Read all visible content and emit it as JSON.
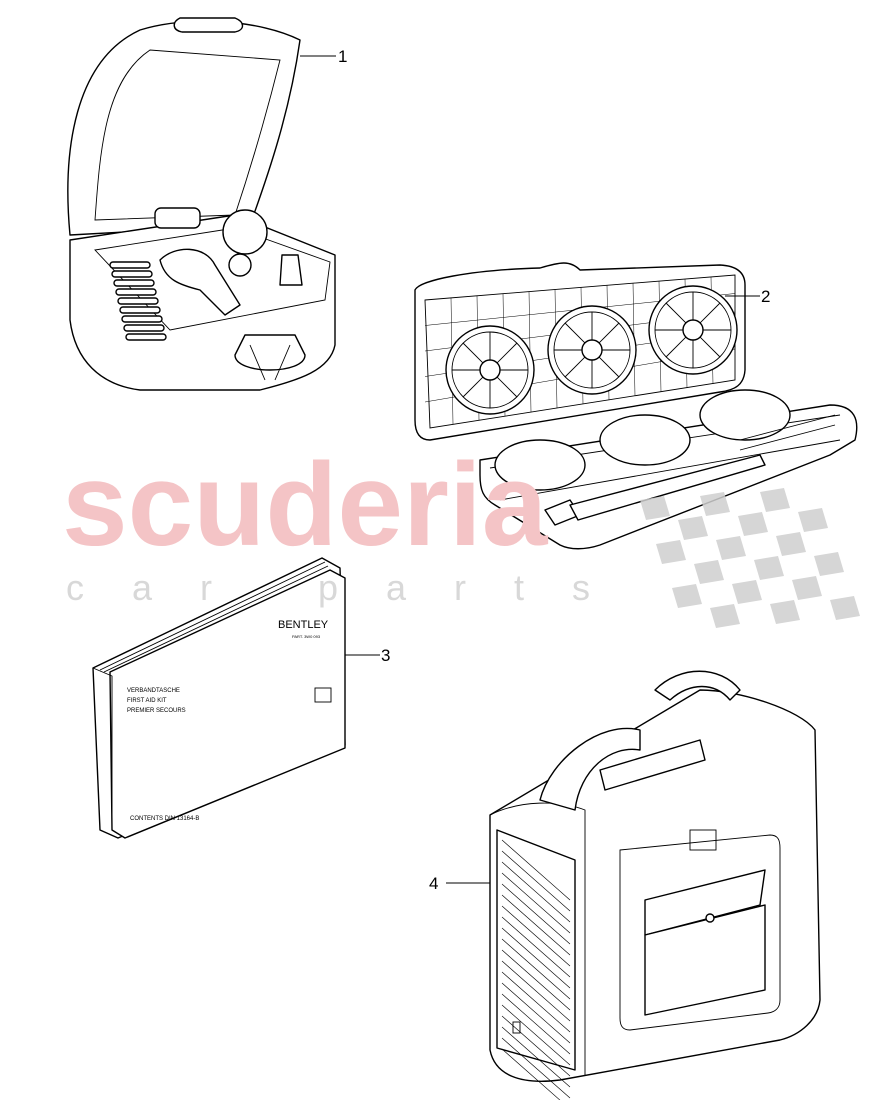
{
  "watermark": {
    "brand": "scuderia",
    "sub": "car parts",
    "brand_color": "#f4c4c6",
    "flag_color": "#d0d0d0"
  },
  "parts": [
    {
      "callout": "1"
    },
    {
      "callout": "2"
    },
    {
      "callout": "3"
    },
    {
      "callout": "4"
    }
  ],
  "booklet": {
    "brand": "BENTLEY",
    "brand_sub": "PART. 3W0 093",
    "lines": [
      "VERBANDTASCHE",
      "FIRST AID KIT",
      "PREMIER SECOURS"
    ],
    "footer": "CONTENTS DIN 13164-B"
  }
}
